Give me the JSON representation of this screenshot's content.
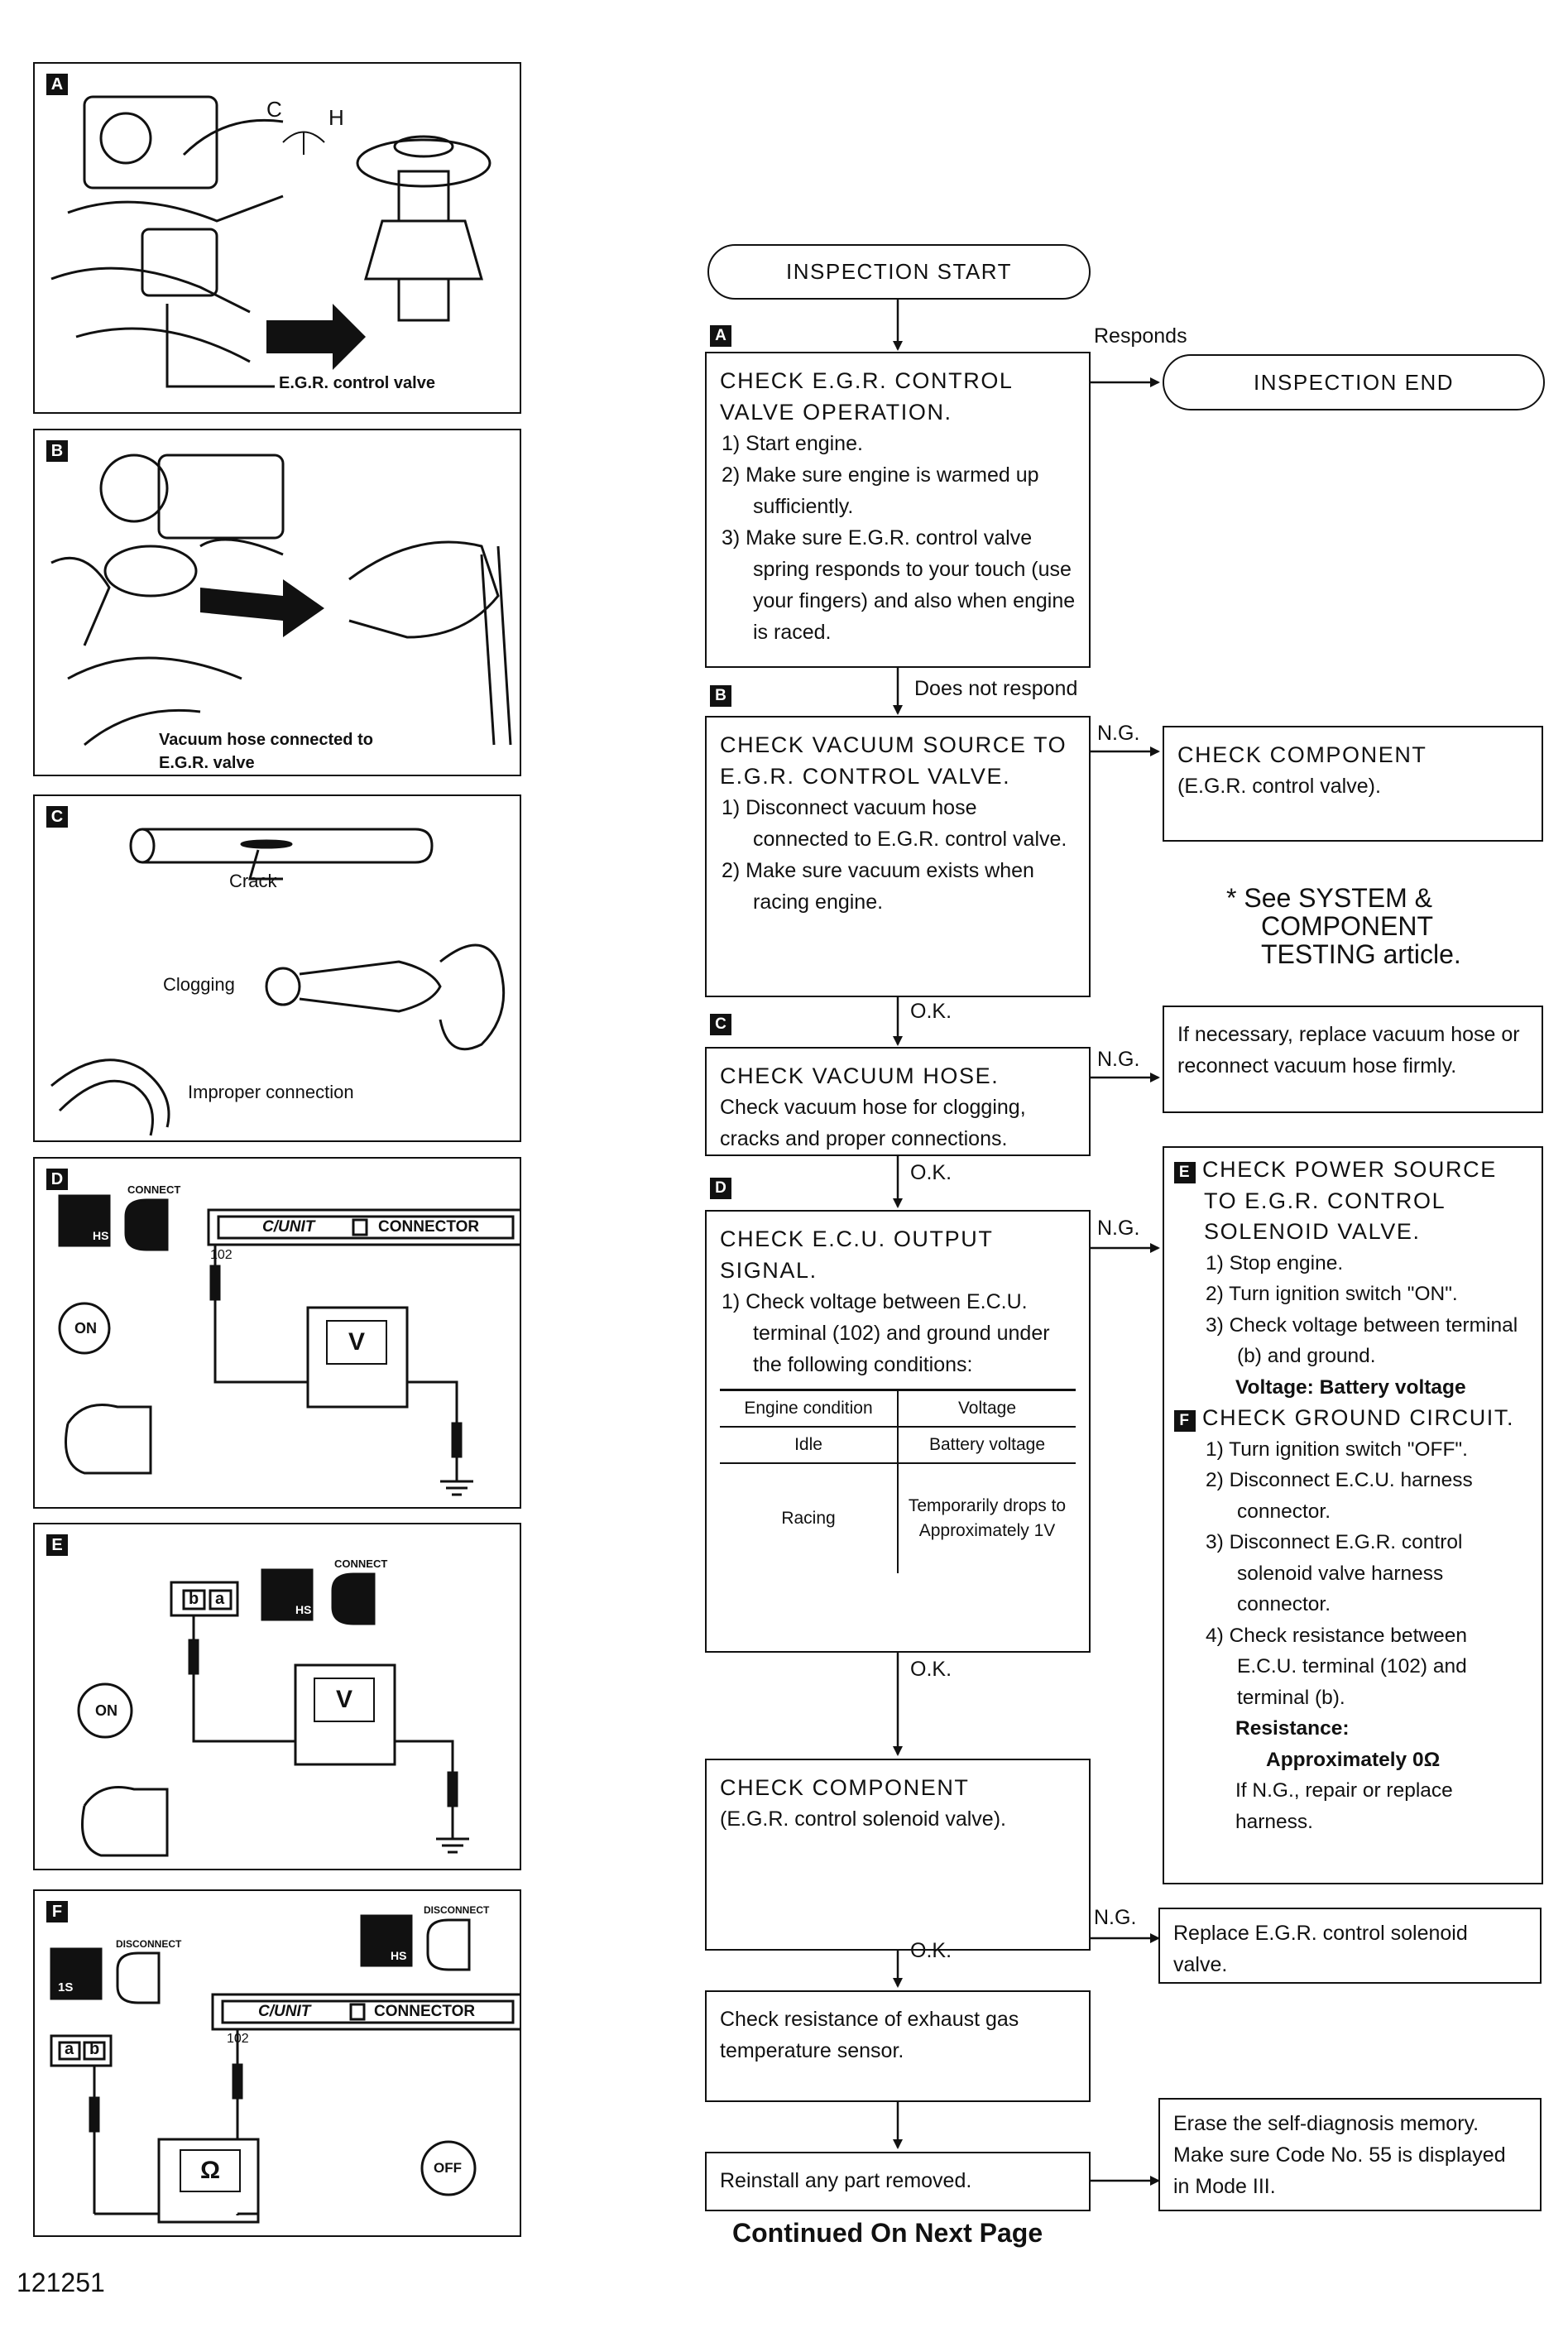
{
  "flow": {
    "inspection_start": "INSPECTION START",
    "inspection_end": "INSPECTION END",
    "responds": "Responds",
    "does_not_respond": "Does not respond",
    "ng": "N.G.",
    "ok": "O.K.",
    "box_a": {
      "label": "A",
      "title": "CHECK E.G.R. CONTROL VALVE OPERATION.",
      "steps": [
        "1) Start engine.",
        "2) Make sure engine is warmed up sufficiently.",
        "3) Make sure E.G.R. control valve spring responds to your touch (use your fingers) and also when engine is raced."
      ]
    },
    "box_b": {
      "label": "B",
      "title": "CHECK VACUUM SOURCE TO E.G.R. CONTROL VALVE.",
      "steps": [
        "1) Disconnect vacuum hose connected to E.G.R. control valve.",
        "2) Make sure vacuum exists when racing engine."
      ]
    },
    "box_b_ng": {
      "title": "CHECK COMPONENT",
      "sub": "(E.G.R. control valve)."
    },
    "see_note": "* See SYSTEM & COMPONENT TESTING article.",
    "box_c": {
      "label": "C",
      "title": "CHECK VACUUM HOSE.",
      "text": "Check vacuum hose for clogging, cracks and proper connections."
    },
    "box_c_ng": "If necessary, replace vacuum hose or reconnect vacuum hose firmly.",
    "box_d": {
      "label": "D",
      "title": "CHECK E.C.U. OUTPUT SIGNAL.",
      "step": "1) Check voltage between E.C.U. terminal (102) and ground under the following conditions:",
      "table": {
        "headers": [
          "Engine condition",
          "Voltage"
        ],
        "rows": [
          [
            "Idle",
            "Battery voltage"
          ],
          [
            "Racing",
            "Temporarily drops to Approximately 1V"
          ]
        ]
      }
    },
    "box_ef": {
      "e_label": "E",
      "e_title": "CHECK POWER SOURCE TO E.G.R. CONTROL SOLENOID VALVE.",
      "e_steps": [
        "1) Stop engine.",
        "2) Turn ignition switch \"ON\".",
        "3) Check voltage between terminal (b) and ground."
      ],
      "e_voltage": "Voltage: Battery voltage",
      "f_label": "F",
      "f_title": "CHECK GROUND CIRCUIT.",
      "f_steps": [
        "1) Turn ignition switch \"OFF\".",
        "2) Disconnect E.C.U. harness connector.",
        "3) Disconnect E.G.R. control solenoid valve harness connector.",
        "4) Check resistance between E.C.U. terminal (102) and terminal (b)."
      ],
      "f_resistance_label": "Resistance:",
      "f_resistance_value": "Approximately 0Ω",
      "f_note": "If N.G., repair or replace harness."
    },
    "box_comp": {
      "title": "CHECK COMPONENT",
      "sub": "(E.G.R. control solenoid valve)."
    },
    "box_comp_ng": "Replace E.G.R. control solenoid valve.",
    "box_sensor": "Check resistance of exhaust gas temperature sensor.",
    "box_reinstall": "Reinstall any part removed.",
    "box_erase": "Erase the self-diagnosis memory. Make sure Code No. 55 is displayed in Mode III.",
    "continued": "Continued On Next Page"
  },
  "panels": {
    "a": {
      "label": "A",
      "gauge_c": "C",
      "gauge_h": "H",
      "caption": "E.G.R. control valve"
    },
    "b": {
      "label": "B",
      "caption": "Vacuum hose connected to E.G.R. valve"
    },
    "c": {
      "label": "C",
      "crack": "Crack",
      "clogging": "Clogging",
      "improper": "Improper connection"
    },
    "d": {
      "label": "D",
      "connect": "CONNECT",
      "unit": "C/UNIT",
      "connector": "CONNECTOR",
      "terminal": "102",
      "meter": "V",
      "on": "ON",
      "hs": "HS"
    },
    "e": {
      "label": "E",
      "connect": "CONNECT",
      "meter": "V",
      "on": "ON",
      "hs": "HS",
      "term_b": "b",
      "term_a": "a"
    },
    "f": {
      "label": "F",
      "disconnect": "DISCONNECT",
      "unit": "C/UNIT",
      "connector": "CONNECTOR",
      "terminal": "102",
      "meter": "Ω",
      "off": "OFF",
      "hs": "HS",
      "ls": "1S",
      "term_a": "a",
      "term_b": "b"
    }
  },
  "figure_id": "121251"
}
